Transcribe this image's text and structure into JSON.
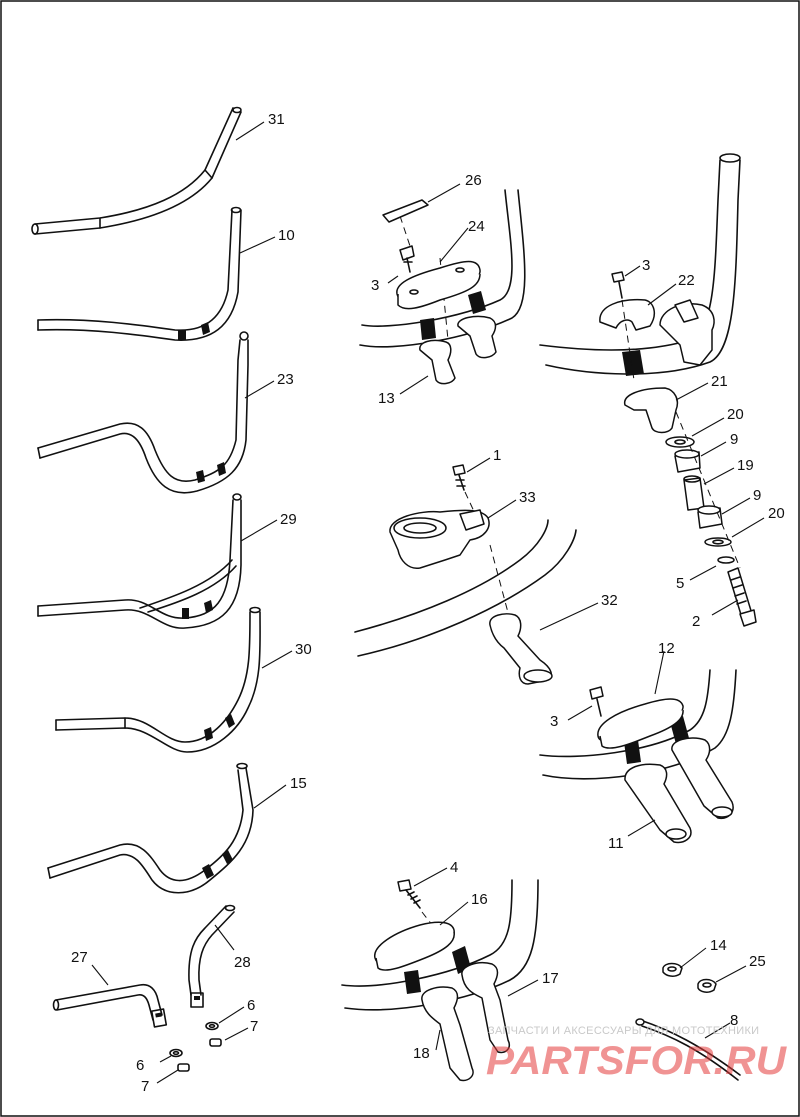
{
  "callouts": [
    {
      "id": "c31",
      "text": "31"
    },
    {
      "id": "c10",
      "text": "10"
    },
    {
      "id": "c23",
      "text": "23"
    },
    {
      "id": "c29",
      "text": "29"
    },
    {
      "id": "c30",
      "text": "30"
    },
    {
      "id": "c15",
      "text": "15"
    },
    {
      "id": "c27",
      "text": "27"
    },
    {
      "id": "c28",
      "text": "28"
    },
    {
      "id": "c6a",
      "text": "6"
    },
    {
      "id": "c7a",
      "text": "7"
    },
    {
      "id": "c6b",
      "text": "6"
    },
    {
      "id": "c7b",
      "text": "7"
    },
    {
      "id": "c26",
      "text": "26"
    },
    {
      "id": "c24",
      "text": "24"
    },
    {
      "id": "c3a",
      "text": "3"
    },
    {
      "id": "c13",
      "text": "13"
    },
    {
      "id": "c3b",
      "text": "3"
    },
    {
      "id": "c22",
      "text": "22"
    },
    {
      "id": "c21",
      "text": "21"
    },
    {
      "id": "c20a",
      "text": "20"
    },
    {
      "id": "c9a",
      "text": "9"
    },
    {
      "id": "c19",
      "text": "19"
    },
    {
      "id": "c9b",
      "text": "9"
    },
    {
      "id": "c20b",
      "text": "20"
    },
    {
      "id": "c5",
      "text": "5"
    },
    {
      "id": "c2",
      "text": "2"
    },
    {
      "id": "c1",
      "text": "1"
    },
    {
      "id": "c33",
      "text": "33"
    },
    {
      "id": "c32",
      "text": "32"
    },
    {
      "id": "c12",
      "text": "12"
    },
    {
      "id": "c3c",
      "text": "3"
    },
    {
      "id": "c11",
      "text": "11"
    },
    {
      "id": "c4",
      "text": "4"
    },
    {
      "id": "c16",
      "text": "16"
    },
    {
      "id": "c17",
      "text": "17"
    },
    {
      "id": "c18",
      "text": "18"
    },
    {
      "id": "c14",
      "text": "14"
    },
    {
      "id": "c25",
      "text": "25"
    },
    {
      "id": "c8",
      "text": "8"
    }
  ],
  "watermark": {
    "tagline": "ЗАПЧАСТИ И АКСЕССУАРЫ ДЛЯ МОТОТЕХНИКИ",
    "logo": "PARTSFOR.RU"
  }
}
